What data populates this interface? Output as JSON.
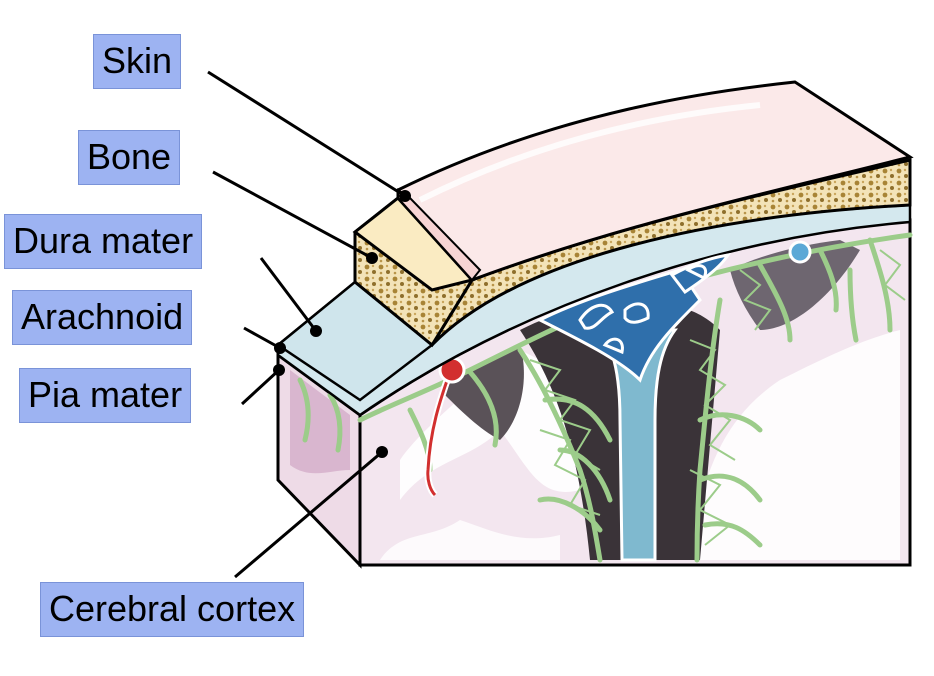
{
  "labels": {
    "skin": "Skin",
    "bone": "Bone",
    "dura": "Dura mater",
    "arachnoid": "Arachnoid",
    "pia": "Pia mater",
    "cortex": "Cerebral cortex"
  },
  "colors": {
    "label_fill": "#9db3f2",
    "skin": "#fbe9e9",
    "bone": "#f3e3b8",
    "bone_pore": "#b08a3c",
    "dura": "#d4e8ee",
    "csf_vessel": "#5ba8c5",
    "sinus": "#2f6fab",
    "cortex": "#f3e6ef",
    "white_matter": "#ffffff",
    "pia_green": "#9ccc8a",
    "sulcus_dark": "#3a3338",
    "artery": "#d22f2f"
  }
}
